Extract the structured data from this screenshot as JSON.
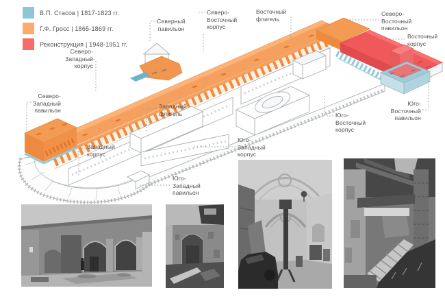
{
  "legend": {
    "items": [
      {
        "label": "В.П. Стасов | 1817-1823 гг.",
        "color": "#8EC6D8",
        "architect": "В.П. Стасов",
        "period": "1817-1823"
      },
      {
        "label": "Г.Ф. Гросс | 1865-1869 гг.",
        "color": "#FBAC6C",
        "architect": "Г.Ф. Гросс",
        "period": "1865-1869"
      },
      {
        "label": "Реконструкция | 1948-1951 гг.",
        "color": "#F96A6A",
        "architect": "Реконструкция",
        "period": "1948-1951"
      }
    ]
  },
  "diagram": {
    "labels": {
      "nw_corpus": "Северо-\nЗападный\nкорпус",
      "north_pavilion": "Северный\nпавильон",
      "ne_corpus": "Северо-\nВосточный\nкорпус",
      "east_wing": "Восточный\nфлигель",
      "ne_pavilion": "Северо-\nВосточный\nпавильон",
      "east_corpus": "Восточный\nкорпус",
      "se_pavilion": "Юго-\nВосточный\nпавильон",
      "se_corpus": "Юго-\nВосточный\nкорпус",
      "nw_pavilion": "Северо-\nЗападный\nпавильон",
      "west_wing": "Западный\nфлигель",
      "west_corpus": "Западный\nкорпус",
      "sw_corpus": "Юго-\nЗападный\nкорпус",
      "sw_pavilion": "Юго-\nЗападный\nпавильон"
    },
    "colors": {
      "stasov_blue": "#8EC6D8",
      "gross_orange": "#F5A05E",
      "reconstruction_red": "#F1585A",
      "outline_gray": "#A9AFB2",
      "label_text": "#4F4F4F",
      "leader_dots": "#999999"
    }
  },
  "photos": [
    {
      "name": "ruined hall with arches"
    },
    {
      "name": "ruined wall with niche"
    },
    {
      "name": "vaulted hall interior"
    },
    {
      "name": "destroyed staircase"
    }
  ]
}
